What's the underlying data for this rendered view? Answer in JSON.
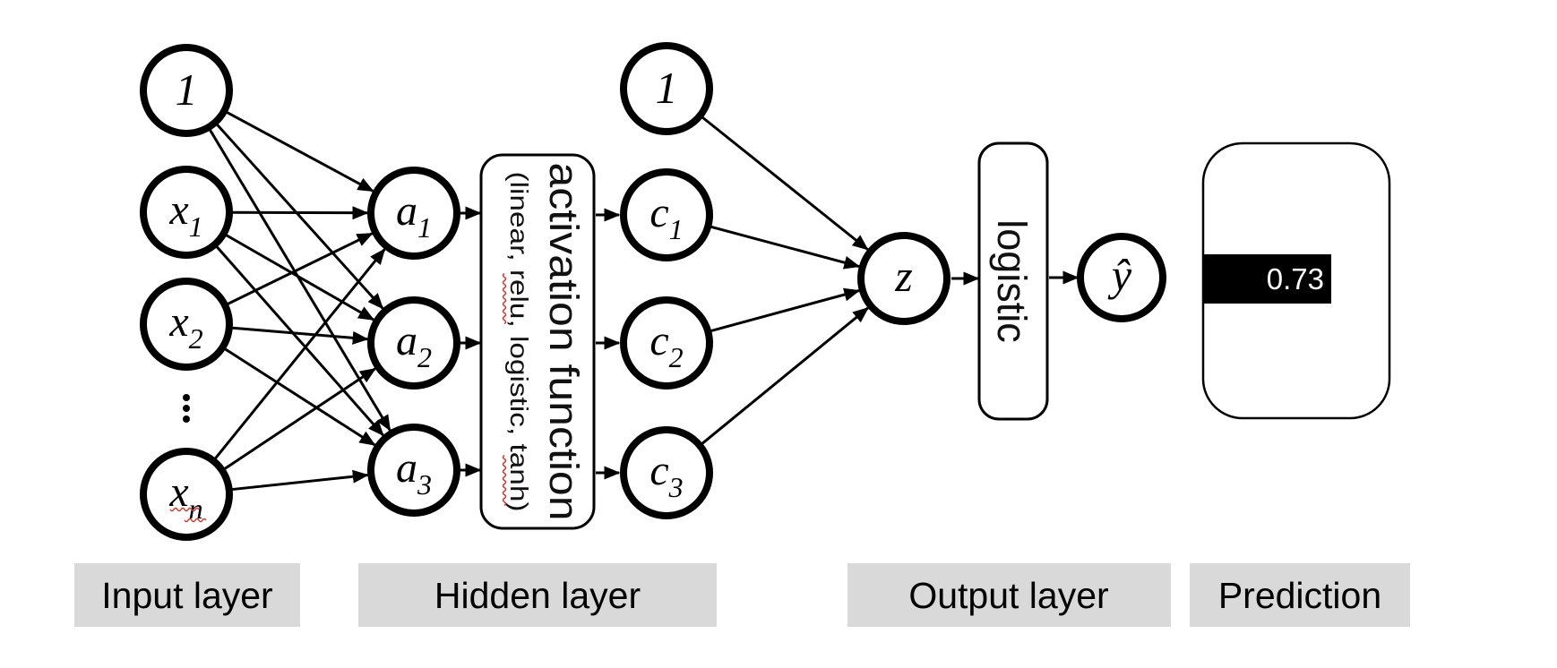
{
  "diagram": {
    "nodes": {
      "bias1": {
        "label": "1"
      },
      "x1": {
        "main": "x",
        "sub": "1"
      },
      "x2": {
        "main": "x",
        "sub": "2"
      },
      "xn": {
        "main": "x",
        "sub": "n"
      },
      "a1": {
        "main": "a",
        "sub": "1"
      },
      "a2": {
        "main": "a",
        "sub": "2"
      },
      "a3": {
        "main": "a",
        "sub": "3"
      },
      "bias2": {
        "label": "1"
      },
      "c1": {
        "main": "c",
        "sub": "1"
      },
      "c2": {
        "main": "c",
        "sub": "2"
      },
      "c3": {
        "main": "c",
        "sub": "3"
      },
      "z": {
        "label": "z"
      },
      "yhat": {
        "label": "ŷ"
      }
    },
    "ellipsis": "⋮",
    "boxes": {
      "activation": {
        "title": "activation function",
        "subtitle": "(linear, relu, logistic, tanh)"
      },
      "output_activation": {
        "title": "logistic"
      }
    },
    "prediction": {
      "value": "0.73"
    },
    "legend": {
      "input": "Input layer",
      "hidden": "Hidden layer",
      "output": "Output layer",
      "prediction": "Prediction"
    },
    "colors": {
      "label_bg": "#d9d9d9",
      "bar_bg": "#000000",
      "bar_text": "#ffffff"
    }
  }
}
